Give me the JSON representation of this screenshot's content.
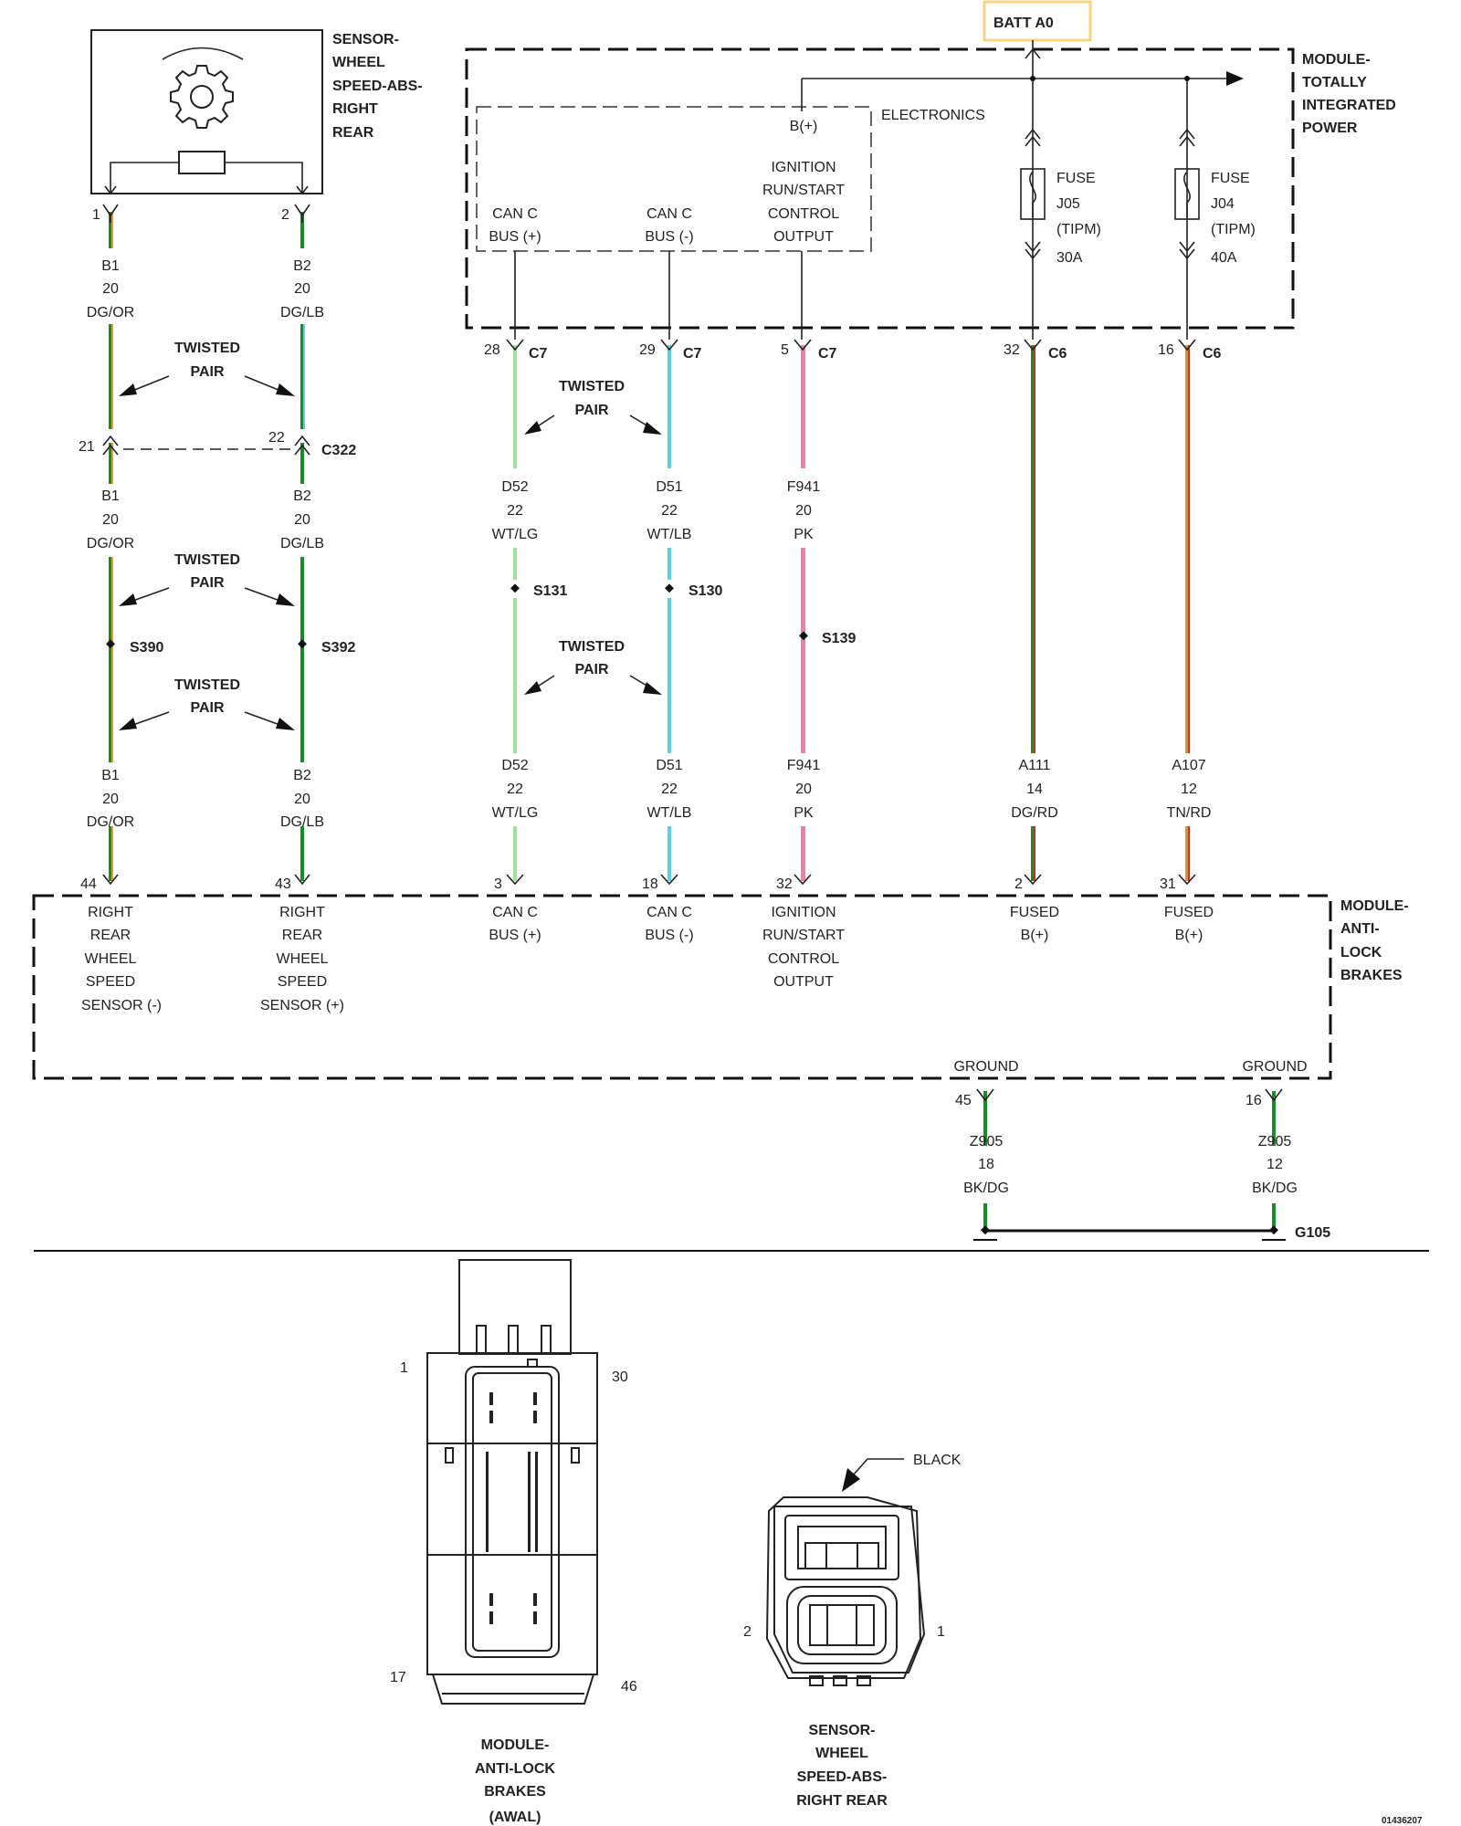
{
  "batt": "BATT A0",
  "tipm": {
    "line1": "MODULE-",
    "line2": "TOTALLY",
    "line3": "INTEGRATED",
    "line4": "POWER"
  },
  "electronics": "ELECTRONICS",
  "b_plus": "B(+)",
  "ign_inner": {
    "l1": "IGNITION",
    "l2": "RUN/START",
    "l3": "CONTROL",
    "l4": "OUTPUT"
  },
  "canc_bus_plus_inner": {
    "l1": "CAN C",
    "l2": "BUS (+)"
  },
  "canc_bus_minus_inner": {
    "l1": "CAN C",
    "l2": "BUS (-)"
  },
  "fuse_j05": {
    "l1": "FUSE",
    "l2": "J05",
    "l3": "(TIPM)",
    "l4": "30A"
  },
  "fuse_j04": {
    "l1": "FUSE",
    "l2": "J04",
    "l3": "(TIPM)",
    "l4": "40A"
  },
  "sensor_top": {
    "l1": "SENSOR-",
    "l2": "WHEEL",
    "l3": "SPEED-ABS-",
    "l4": "RIGHT",
    "l5": "REAR"
  },
  "twisted": {
    "l1": "TWISTED",
    "l2": "PAIR"
  },
  "pins": {
    "p1": "1",
    "p2": "2",
    "p21": "21",
    "p22": "22",
    "p28": "28",
    "p29": "29",
    "p5": "5",
    "p32a": "32",
    "p16a": "16",
    "p44": "44",
    "p43": "43",
    "p3": "3",
    "p18": "18",
    "p32b": "32",
    "p2b": "2",
    "p31": "31",
    "p45": "45",
    "p16b": "16"
  },
  "conn": {
    "c7": "C7",
    "c6": "C6",
    "c322": "C322",
    "s131": "S131",
    "s130": "S130",
    "s139": "S139",
    "s390": "S390",
    "s392": "S392",
    "g105": "G105"
  },
  "wires": {
    "b1": {
      "c": "B1",
      "g": "20",
      "col": "DG/OR"
    },
    "b2": {
      "c": "B2",
      "g": "20",
      "col": "DG/LB"
    },
    "d52": {
      "c": "D52",
      "g": "22",
      "col": "WT/LG"
    },
    "d51": {
      "c": "D51",
      "g": "22",
      "col": "WT/LB"
    },
    "f941": {
      "c": "F941",
      "g": "20",
      "col": "PK"
    },
    "a111": {
      "c": "A111",
      "g": "14",
      "col": "DG/RD"
    },
    "a107": {
      "c": "A107",
      "g": "12",
      "col": "TN/RD"
    },
    "z905a": {
      "c": "Z905",
      "g": "18",
      "col": "BK/DG"
    },
    "z905b": {
      "c": "Z905",
      "g": "12",
      "col": "BK/DG"
    }
  },
  "abs": {
    "line1": "MODULE-",
    "line2": "ANTI-",
    "line3": "LOCK",
    "line4": "BRAKES"
  },
  "abs_pins": {
    "rr_minus": {
      "l1": "RIGHT",
      "l2": "REAR",
      "l3": "WHEEL",
      "l4": "SPEED",
      "l5": "SENSOR (-)"
    },
    "rr_plus": {
      "l1": "RIGHT",
      "l2": "REAR",
      "l3": "WHEEL",
      "l4": "SPEED",
      "l5": "SENSOR (+)"
    },
    "can_plus": {
      "l1": "CAN C",
      "l2": "BUS (+)"
    },
    "can_minus": {
      "l1": "CAN C",
      "l2": "BUS (-)"
    },
    "ign": {
      "l1": "IGNITION",
      "l2": "RUN/START",
      "l3": "CONTROL",
      "l4": "OUTPUT"
    },
    "fused1": {
      "l1": "FUSED",
      "l2": "B(+)"
    },
    "fused2": {
      "l1": "FUSED",
      "l2": "B(+)"
    },
    "ground1": "GROUND",
    "ground2": "GROUND"
  },
  "abs_conn_view": {
    "pin1": "1",
    "pin30": "30",
    "pin17": "17",
    "pin46": "46",
    "l1": "MODULE-",
    "l2": "ANTI-LOCK",
    "l3": "BRAKES",
    "l4": "(AWAL)"
  },
  "sensor_conn_view": {
    "black": "BLACK",
    "pin2": "2",
    "pin1": "1",
    "l1": "SENSOR-",
    "l2": "WHEEL",
    "l3": "SPEED-ABS-",
    "l4": "RIGHT REAR"
  },
  "doc_id": "01436207",
  "colors": {
    "dg": "#1e8a2a",
    "or": "#e0a020",
    "lb": "#5fd0e0",
    "lg": "#9ee39a",
    "pk": "#f080a0",
    "rd": "#d03020",
    "tn": "#c8955a",
    "batt_border": "#f5d680"
  }
}
